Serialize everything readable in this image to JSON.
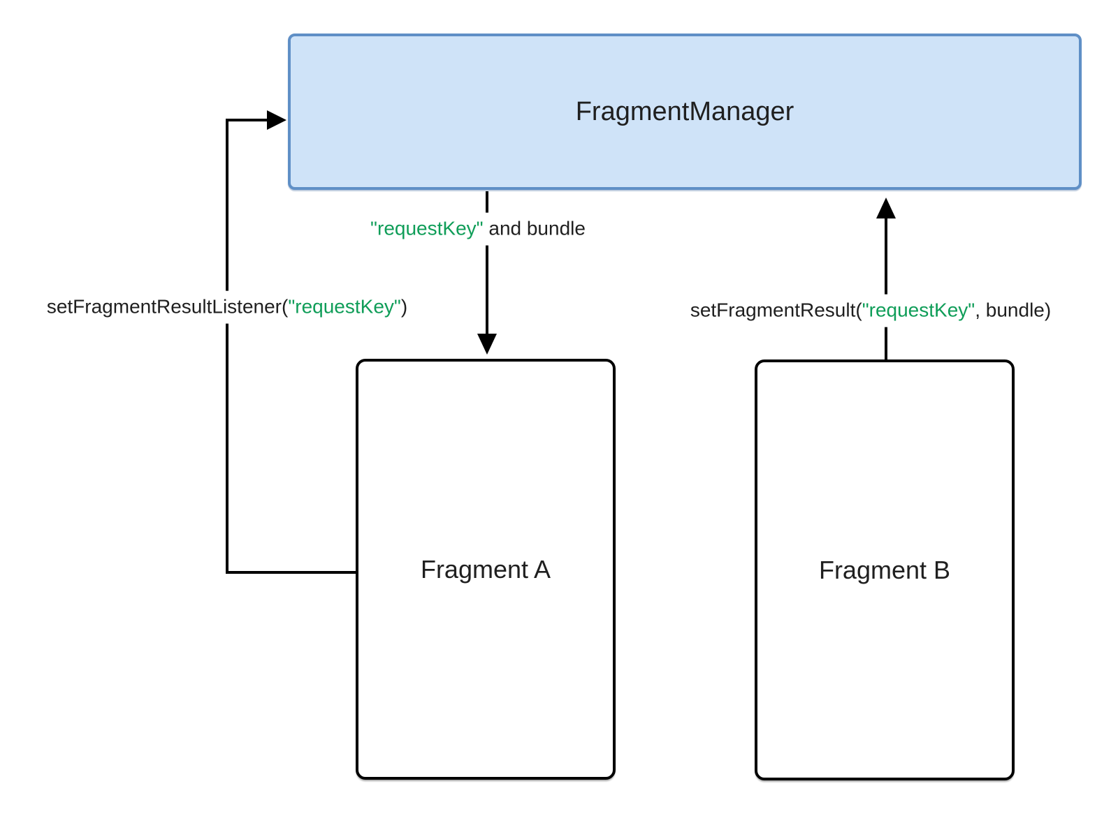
{
  "colors": {
    "background": "#ffffff",
    "manager_fill": "#cfe3f8",
    "manager_border": "#5f8fc6",
    "node_border": "#000000",
    "text": "#1f1f1f",
    "key_green": "#0f9d58",
    "arrow": "#000000"
  },
  "nodes": {
    "fragment_manager": {
      "label": "FragmentManager"
    },
    "fragment_a": {
      "label": "Fragment A"
    },
    "fragment_b": {
      "label": "Fragment B"
    }
  },
  "labels": {
    "request_key_bundle": {
      "key": "\"requestKey\"",
      "rest": " and bundle"
    },
    "set_listener": {
      "pre": "setFragmentResultListener(",
      "key": "\"requestKey\"",
      "post": ")"
    },
    "set_result": {
      "pre": "setFragmentResult(",
      "key": "\"requestKey\"",
      "post": ", bundle)"
    }
  }
}
